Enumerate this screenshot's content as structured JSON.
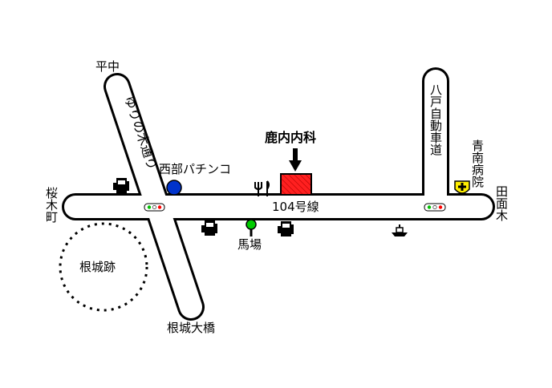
{
  "roads": {
    "main_road": "104号線",
    "diagonal_road": "ゆりの木通り",
    "vertical_road": "八戸自動車道"
  },
  "places": {
    "clinic": "鹿内内科",
    "pachinko": "西部パチンコ",
    "horse_track": "馬場",
    "castle_ruins": "根城跡",
    "bridge": "根城大橋",
    "hospital": "青南病院"
  },
  "areas": {
    "hiranaka": "平中",
    "sakuragi": "桜木町",
    "tamoki": "田面木"
  },
  "icons": [
    "gas-station-icon",
    "restaurant-icon",
    "tree-icon",
    "traffic-signal-icon",
    "hospital-icon",
    "boat-icon"
  ],
  "colors": {
    "road": "#000000",
    "clinic_fill": "#ff2020",
    "pachinko": "#0033cc",
    "hospital": "#ffee00",
    "tree": "#00cc00"
  }
}
